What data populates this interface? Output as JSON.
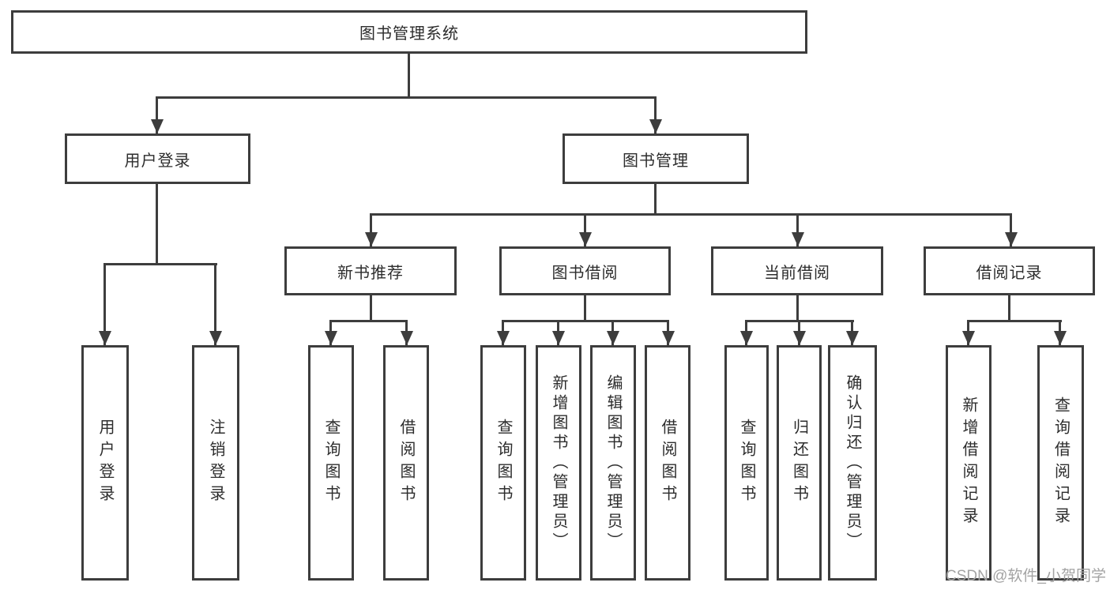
{
  "tree": {
    "root": {
      "label": "图书管理系统"
    },
    "user_login": {
      "label": "用户登录",
      "children": [
        {
          "label": "用户登录"
        },
        {
          "label": "注销登录"
        }
      ]
    },
    "book_mgmt": {
      "label": "图书管理"
    },
    "new_book": {
      "label": "新书推荐",
      "children": [
        {
          "label": "查询图书"
        },
        {
          "label": "借阅图书"
        }
      ]
    },
    "borrow": {
      "label": "图书借阅",
      "children": [
        {
          "label": "查询图书"
        },
        {
          "label": "新增图书（管理员）"
        },
        {
          "label": "编辑图书（管理员）"
        },
        {
          "label": "借阅图书"
        }
      ]
    },
    "current": {
      "label": "当前借阅",
      "children": [
        {
          "label": "查询图书"
        },
        {
          "label": "归还图书"
        },
        {
          "label": "确认归还（管理员）"
        }
      ]
    },
    "records": {
      "label": "借阅记录",
      "children": [
        {
          "label": "新增借阅记录"
        },
        {
          "label": "查询借阅记录"
        }
      ]
    }
  },
  "watermark": "CSDN @软件_小贺同学",
  "colors": {
    "line": "#3d3d3d",
    "text": "#2d2d2d",
    "watermark": "#a3a3a3",
    "background": "#ffffff"
  }
}
